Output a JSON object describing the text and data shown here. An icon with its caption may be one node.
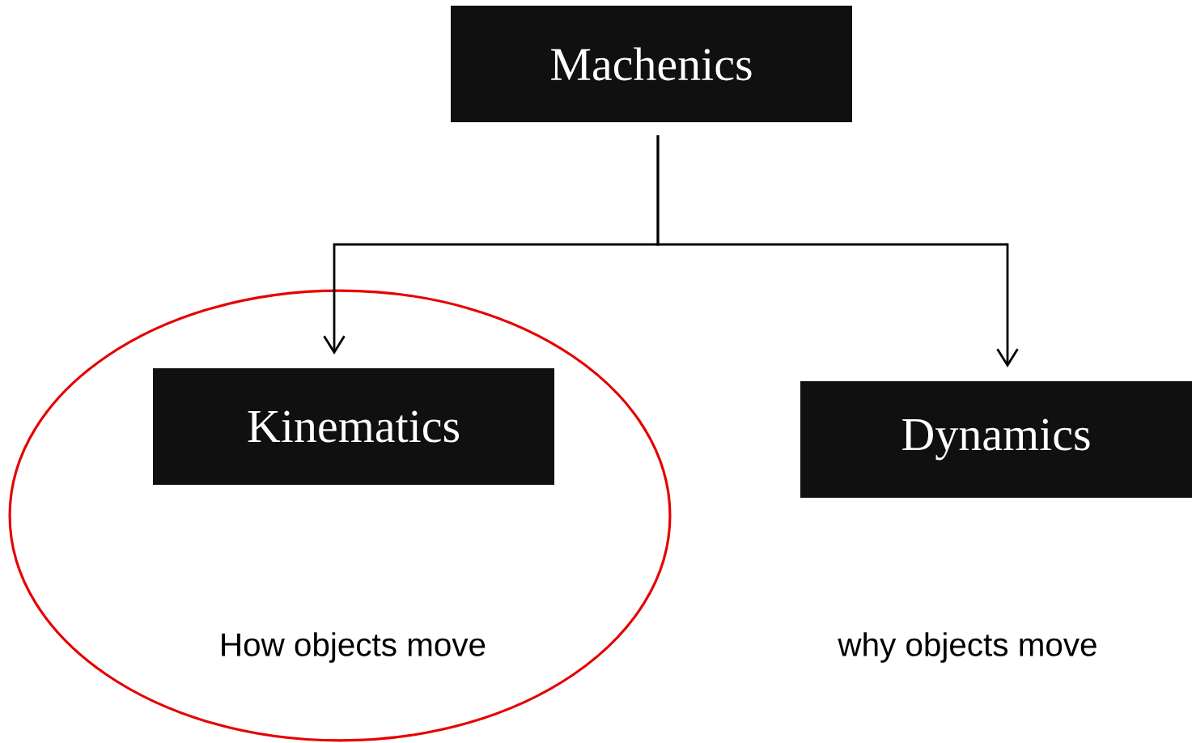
{
  "diagram": {
    "nodes": [
      {
        "text": [
          "Machenics"
        ]
      },
      {
        "text": [],
        "shape": "ellipse"
      },
      {
        "text": [
          "Kinematics"
        ],
        "in": 1
      },
      {
        "text": [
          "Dynamics"
        ]
      }
    ],
    "edges": [
      {
        "from": 0,
        "to": 2,
        "arrow": "to"
      },
      {
        "from": 0,
        "to": 3,
        "arrow": "to"
      }
    ],
    "labels": [
      "How objects move",
      "why objects move"
    ]
  }
}
